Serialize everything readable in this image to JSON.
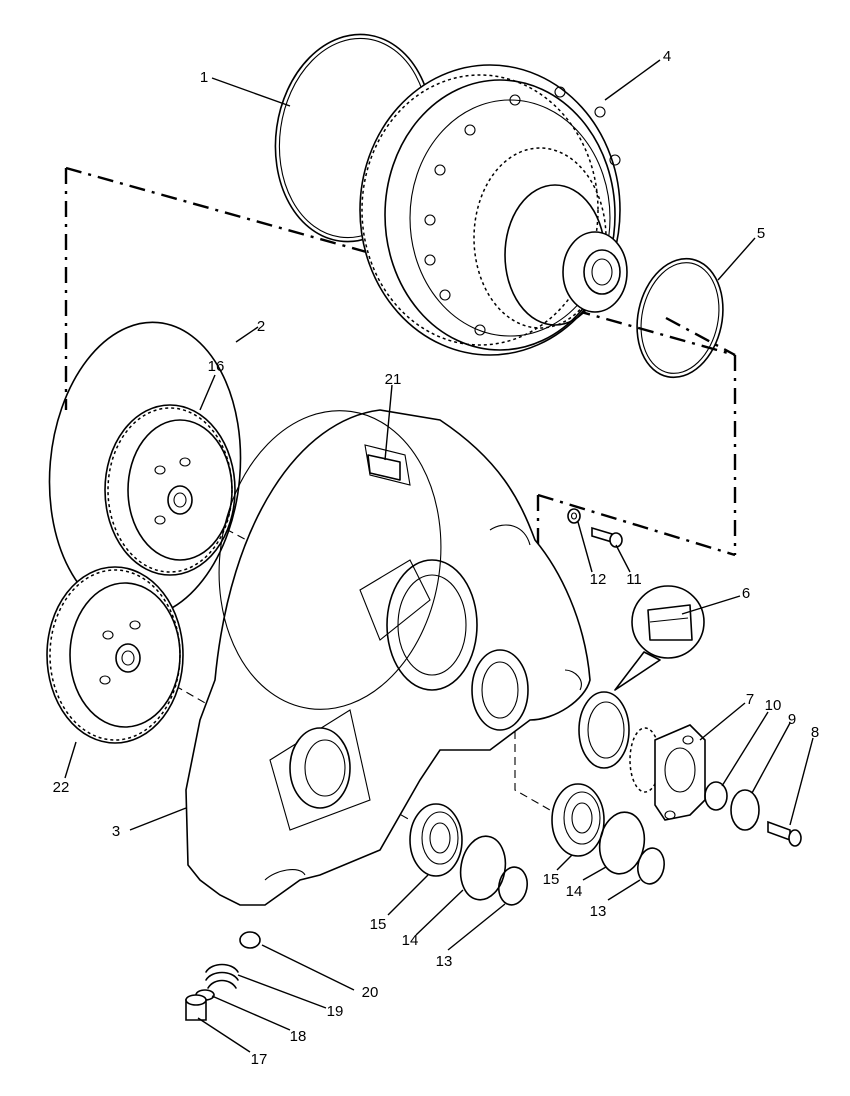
{
  "callouts": [
    {
      "id": "1",
      "label": "1"
    },
    {
      "id": "2",
      "label": "2"
    },
    {
      "id": "3",
      "label": "3"
    },
    {
      "id": "4",
      "label": "4"
    },
    {
      "id": "5",
      "label": "5"
    },
    {
      "id": "6",
      "label": "6"
    },
    {
      "id": "7",
      "label": "7"
    },
    {
      "id": "8",
      "label": "8"
    },
    {
      "id": "9",
      "label": "9"
    },
    {
      "id": "10",
      "label": "10"
    },
    {
      "id": "11",
      "label": "11"
    },
    {
      "id": "12",
      "label": "12"
    },
    {
      "id": "13a",
      "label": "13"
    },
    {
      "id": "13b",
      "label": "13"
    },
    {
      "id": "14a",
      "label": "14"
    },
    {
      "id": "14b",
      "label": "14"
    },
    {
      "id": "15a",
      "label": "15"
    },
    {
      "id": "15b",
      "label": "15"
    },
    {
      "id": "16",
      "label": "16"
    },
    {
      "id": "17",
      "label": "17"
    },
    {
      "id": "18",
      "label": "18"
    },
    {
      "id": "19",
      "label": "19"
    },
    {
      "id": "20",
      "label": "20"
    },
    {
      "id": "21",
      "label": "21"
    },
    {
      "id": "22",
      "label": "22"
    }
  ]
}
